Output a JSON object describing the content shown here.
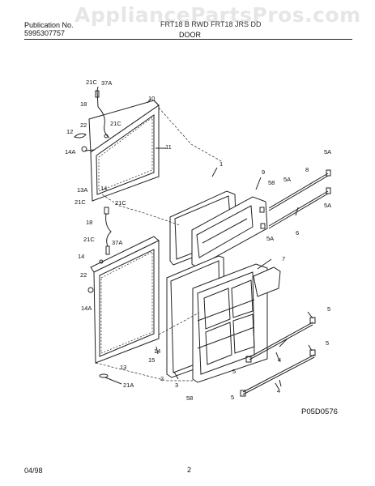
{
  "header": {
    "watermark": "AppliancePartsPros.com",
    "publication_label": "Publication No.",
    "publication_number": "5995307757",
    "model": "FRT18 B RWD FRT18 JRS DD",
    "section_title": "DOOR"
  },
  "diagram": {
    "code": "P05D0576",
    "labels": [
      {
        "id": "l1",
        "text": "21C"
      },
      {
        "id": "l2",
        "text": "37A"
      },
      {
        "id": "l3",
        "text": "18"
      },
      {
        "id": "l4",
        "text": "10"
      },
      {
        "id": "l5",
        "text": "22"
      },
      {
        "id": "l6",
        "text": "12"
      },
      {
        "id": "l7",
        "text": "21C"
      },
      {
        "id": "l8",
        "text": "14A"
      },
      {
        "id": "l9",
        "text": "11"
      },
      {
        "id": "l10",
        "text": "1"
      },
      {
        "id": "l11",
        "text": "9"
      },
      {
        "id": "l12",
        "text": "58"
      },
      {
        "id": "l13",
        "text": "5A"
      },
      {
        "id": "l14",
        "text": "8"
      },
      {
        "id": "l15",
        "text": "5A"
      },
      {
        "id": "l16",
        "text": "13A"
      },
      {
        "id": "l17",
        "text": "14"
      },
      {
        "id": "l18",
        "text": "21C"
      },
      {
        "id": "l19",
        "text": "21C"
      },
      {
        "id": "l20",
        "text": "5A"
      },
      {
        "id": "l21",
        "text": "18"
      },
      {
        "id": "l22",
        "text": "6"
      },
      {
        "id": "l23",
        "text": "5A"
      },
      {
        "id": "l24",
        "text": "21C"
      },
      {
        "id": "l25",
        "text": "37A"
      },
      {
        "id": "l26",
        "text": "14"
      },
      {
        "id": "l27",
        "text": "7"
      },
      {
        "id": "l28",
        "text": "22"
      },
      {
        "id": "l29",
        "text": "14A"
      },
      {
        "id": "l30",
        "text": "5"
      },
      {
        "id": "l31",
        "text": "5"
      },
      {
        "id": "l32",
        "text": "14"
      },
      {
        "id": "l33",
        "text": "15"
      },
      {
        "id": "l34",
        "text": "2"
      },
      {
        "id": "l35",
        "text": "4"
      },
      {
        "id": "l36",
        "text": "3"
      },
      {
        "id": "l37",
        "text": "5"
      },
      {
        "id": "l38",
        "text": "13"
      },
      {
        "id": "l39",
        "text": "21A"
      },
      {
        "id": "l40",
        "text": "58"
      },
      {
        "id": "l41",
        "text": "4"
      },
      {
        "id": "l42",
        "text": "5"
      }
    ]
  },
  "footer": {
    "date": "04/98",
    "page": "2"
  }
}
